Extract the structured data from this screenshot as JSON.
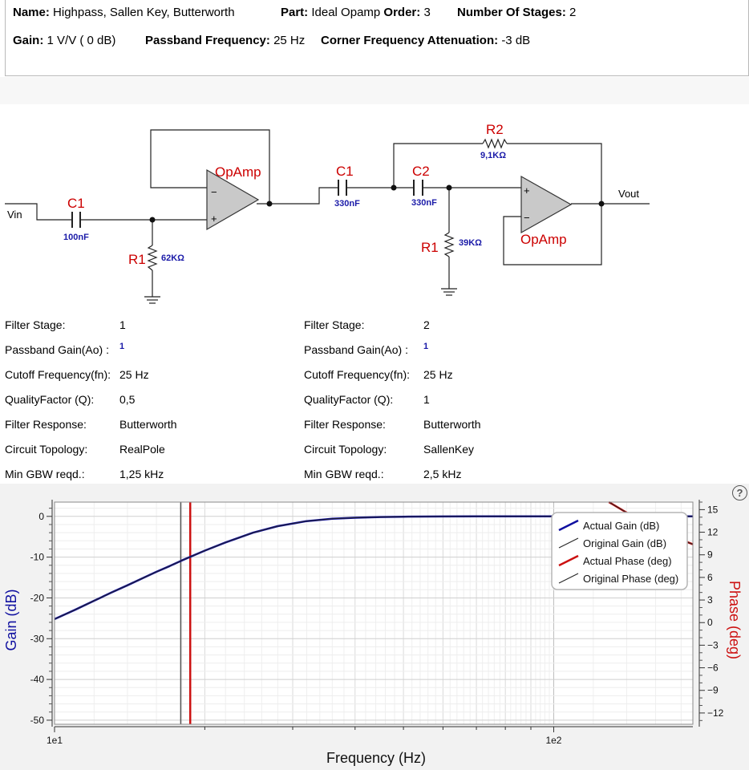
{
  "summary": {
    "name_label": "Name:",
    "name_value": "Highpass, Sallen Key, Butterworth",
    "part_label": "Part:",
    "part_value": "Ideal Opamp",
    "order_label": "Order:",
    "order_value": "3",
    "stages_label": "Number Of Stages:",
    "stages_value": "2",
    "gain_label": "Gain:",
    "gain_value": "1 V/V ( 0 dB)",
    "passband_label": "Passband Frequency:",
    "passband_value": "25 Hz",
    "atten_label": "Corner Frequency Attenuation:",
    "atten_value": "-3 dB"
  },
  "schematic": {
    "vin": "Vin",
    "vout": "Vout",
    "s1_c1": "C1",
    "s1_c1_val": "100nF",
    "s1_r1": "R1",
    "s1_r1_val": "62KΩ",
    "s1_opamp": "OpAmp",
    "s2_c1": "C1",
    "s2_c1_val": "330nF",
    "s2_c2": "C2",
    "s2_c2_val": "330nF",
    "s2_r2": "R2",
    "s2_r2_val": "9,1KΩ",
    "s2_r1": "R1",
    "s2_r1_val": "39KΩ",
    "s2_opamp": "OpAmp",
    "minus": "−",
    "plus": "+",
    "accent_red": "#cc0000",
    "accent_blue": "#1a1aa8"
  },
  "stages": [
    {
      "stage_label": "Filter Stage:",
      "stage": "1",
      "gain_label": "Passband Gain(Ao) :",
      "gain": "1",
      "cutoff_label": "Cutoff Frequency(fn):",
      "cutoff": "25 Hz",
      "q_label": "QualityFactor (Q):",
      "q": "0,5",
      "resp_label": "Filter Response:",
      "resp": "Butterworth",
      "topo_label": "Circuit Topology:",
      "topo": "RealPole",
      "gbw_label": "Min GBW reqd.:",
      "gbw": "1,25 kHz"
    },
    {
      "stage_label": "Filter Stage:",
      "stage": "2",
      "gain_label": "Passband Gain(Ao) :",
      "gain": "1",
      "cutoff_label": "Cutoff Frequency(fn):",
      "cutoff": "25 Hz",
      "q_label": "QualityFactor (Q):",
      "q": "1",
      "resp_label": "Filter Response:",
      "resp": "Butterworth",
      "topo_label": "Circuit Topology:",
      "topo": "SallenKey",
      "gbw_label": "Min GBW reqd.:",
      "gbw": "2,5 kHz"
    }
  ],
  "help_icon": "?",
  "chart_data": {
    "type": "line",
    "xlabel": "Frequency (Hz)",
    "ylabel_left": "Gain (dB)",
    "ylabel_right": "Phase (deg)",
    "x_scale": "log",
    "xlim": [
      10,
      190
    ],
    "ylim_left": [
      -51,
      3.5
    ],
    "ylim_right": [
      -13.5,
      16
    ],
    "x_tick_labels": [
      "1e1",
      "1e2"
    ],
    "x_ticks": [
      10,
      100
    ],
    "y_ticks_left": [
      0,
      -10,
      -20,
      -30,
      -40,
      -50
    ],
    "y_ticks_right": [
      15,
      12,
      9,
      6,
      3,
      0,
      -3,
      -6,
      -9,
      -12
    ],
    "grid": true,
    "legend_position": "top-right",
    "cursor_lines": [
      {
        "x": 17.9,
        "color": "#555555"
      },
      {
        "x": 18.7,
        "color": "#cc1111"
      }
    ],
    "series": [
      {
        "name": "Actual Gain (dB)",
        "color": "#1010a0",
        "width": 2.5,
        "axis": "left",
        "x": [
          10,
          11,
          12,
          13,
          14,
          15,
          16,
          17,
          18,
          20,
          22,
          25,
          28,
          32,
          36,
          40,
          45,
          50,
          60,
          70,
          80,
          100,
          120,
          150,
          190
        ],
        "y": [
          -25.2,
          -22.9,
          -20.7,
          -18.7,
          -16.9,
          -15.2,
          -13.6,
          -12.2,
          -10.8,
          -8.4,
          -6.4,
          -4.0,
          -2.4,
          -1.17,
          -0.6,
          -0.33,
          -0.16,
          -0.09,
          -0.03,
          -0.01,
          0,
          0,
          0,
          0,
          0
        ]
      },
      {
        "name": "Original Gain (dB)",
        "color": "#222222",
        "width": 1,
        "axis": "left",
        "x": [
          10,
          11,
          12,
          13,
          14,
          15,
          16,
          17,
          18,
          20,
          22,
          25,
          28,
          32,
          36,
          40,
          45,
          50,
          60,
          70,
          80,
          100,
          120,
          150,
          190
        ],
        "y": [
          -25.2,
          -22.9,
          -20.7,
          -18.7,
          -16.9,
          -15.2,
          -13.6,
          -12.2,
          -10.8,
          -8.4,
          -6.4,
          -4.0,
          -2.4,
          -1.17,
          -0.6,
          -0.33,
          -0.16,
          -0.09,
          -0.03,
          -0.01,
          0,
          0,
          0,
          0,
          0
        ]
      },
      {
        "name": "Actual Phase (deg)",
        "color": "#cc1111",
        "width": 2.5,
        "axis": "right",
        "x": [
          129,
          140,
          150,
          160,
          170,
          180,
          190
        ],
        "y": [
          16,
          14.6,
          13.5,
          12.5,
          11.8,
          11.0,
          10.4
        ]
      },
      {
        "name": "Original Phase (deg)",
        "color": "#222222",
        "width": 1,
        "axis": "right",
        "x": [
          129,
          140,
          150,
          160,
          170,
          180,
          190
        ],
        "y": [
          16,
          14.6,
          13.5,
          12.5,
          11.8,
          11.0,
          10.4
        ]
      }
    ]
  }
}
